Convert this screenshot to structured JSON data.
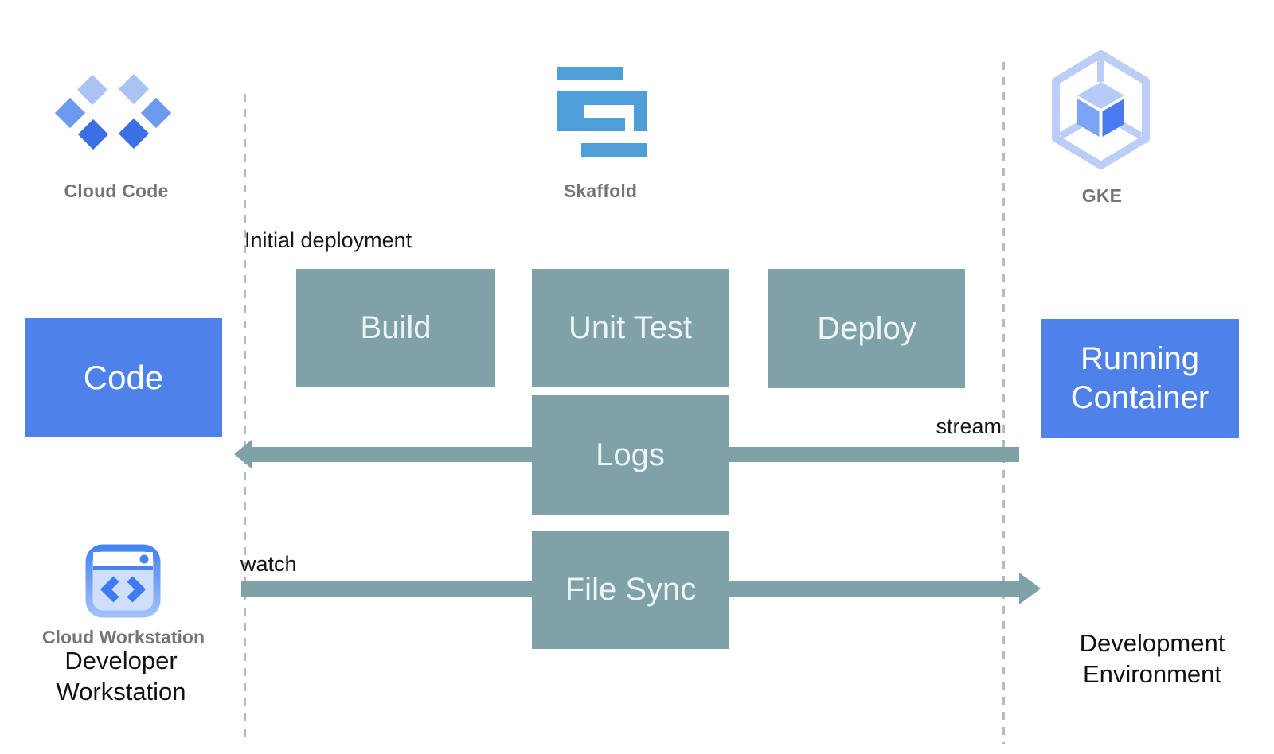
{
  "lanes": {
    "left_label": "Cloud Code",
    "center_label": "Skaffold",
    "right_label": "GKE"
  },
  "nodes": {
    "code": "Code",
    "build": "Build",
    "unit_test": "Unit Test",
    "deploy": "Deploy",
    "logs": "Logs",
    "file_sync": "File Sync",
    "running_container": "Running Container"
  },
  "annotations": {
    "initial_deployment": "Initial deployment",
    "watch": "watch",
    "stream": "stream"
  },
  "flows": {
    "logs_stream": {
      "direction": "right-to-left",
      "label": "stream"
    },
    "file_sync_watch": {
      "direction": "left-to-right",
      "label": "watch"
    }
  },
  "footers": {
    "workstation_caption": "Cloud Workstation",
    "workstation_title": "Developer Workstation",
    "environment_title": "Development Environment"
  },
  "icons": {
    "cloud_code": "cloud-code-diamonds-icon",
    "skaffold": "skaffold-s-icon",
    "gke": "gke-hexagon-cube-icon",
    "cloud_workstation": "cloud-workstation-window-icon"
  },
  "colors": {
    "blue_box": "#4e81ea",
    "teal_box": "#7fa2a9",
    "arrow": "#7fa2a9",
    "skaffold_blue": "#4f9ed7",
    "dashed_line": "#b6bcbe",
    "lane_label_gray": "#757575",
    "text_black": "#161616",
    "cloud_code_light": "#abc3f3",
    "cloud_code_mid": "#6d99ee",
    "cloud_code_dark": "#3b6fe4",
    "gke_outline": "#bccdf8",
    "gke_cube_left": "#7ca3f4",
    "gke_cube_right": "#4a7af0",
    "gke_cube_top": "#b7cbf8",
    "workstation_border": "#4584f2",
    "workstation_body": "#cfdefb",
    "workstation_chevron": "#3e7bf0"
  }
}
